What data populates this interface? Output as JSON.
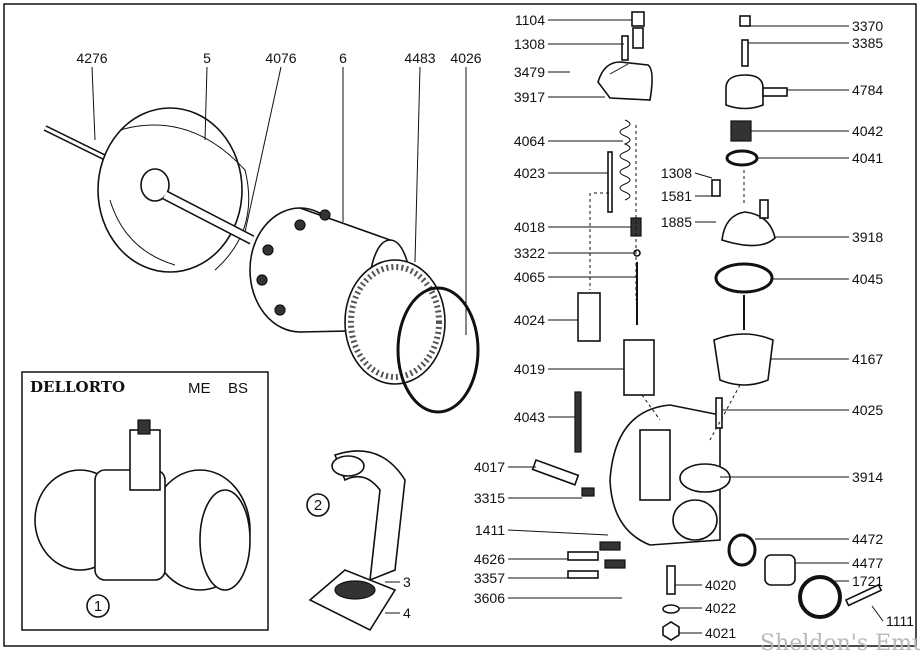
{
  "diagram": {
    "brand_logo": "DELLORTO",
    "model": [
      "ME",
      "BS"
    ],
    "inset_marker": "1",
    "manifold_marker": "2",
    "watermark": "Sheldon's Emu"
  },
  "callouts": [
    "4276",
    "5",
    "4076",
    "6",
    "4483",
    "4026",
    "1104",
    "1308",
    "3479",
    "3917",
    "4064",
    "4023",
    "4018",
    "3322",
    "4065",
    "4024",
    "4019",
    "4043",
    "4017",
    "3315",
    "1411",
    "4626",
    "3357",
    "3606",
    "4020",
    "4022",
    "4021",
    "1308",
    "1581",
    "1885",
    "3370",
    "3385",
    "4784",
    "4042",
    "4041",
    "3918",
    "4045",
    "4167",
    "4025",
    "3914",
    "4472",
    "4477",
    "1721",
    "1111",
    "3",
    "4"
  ]
}
